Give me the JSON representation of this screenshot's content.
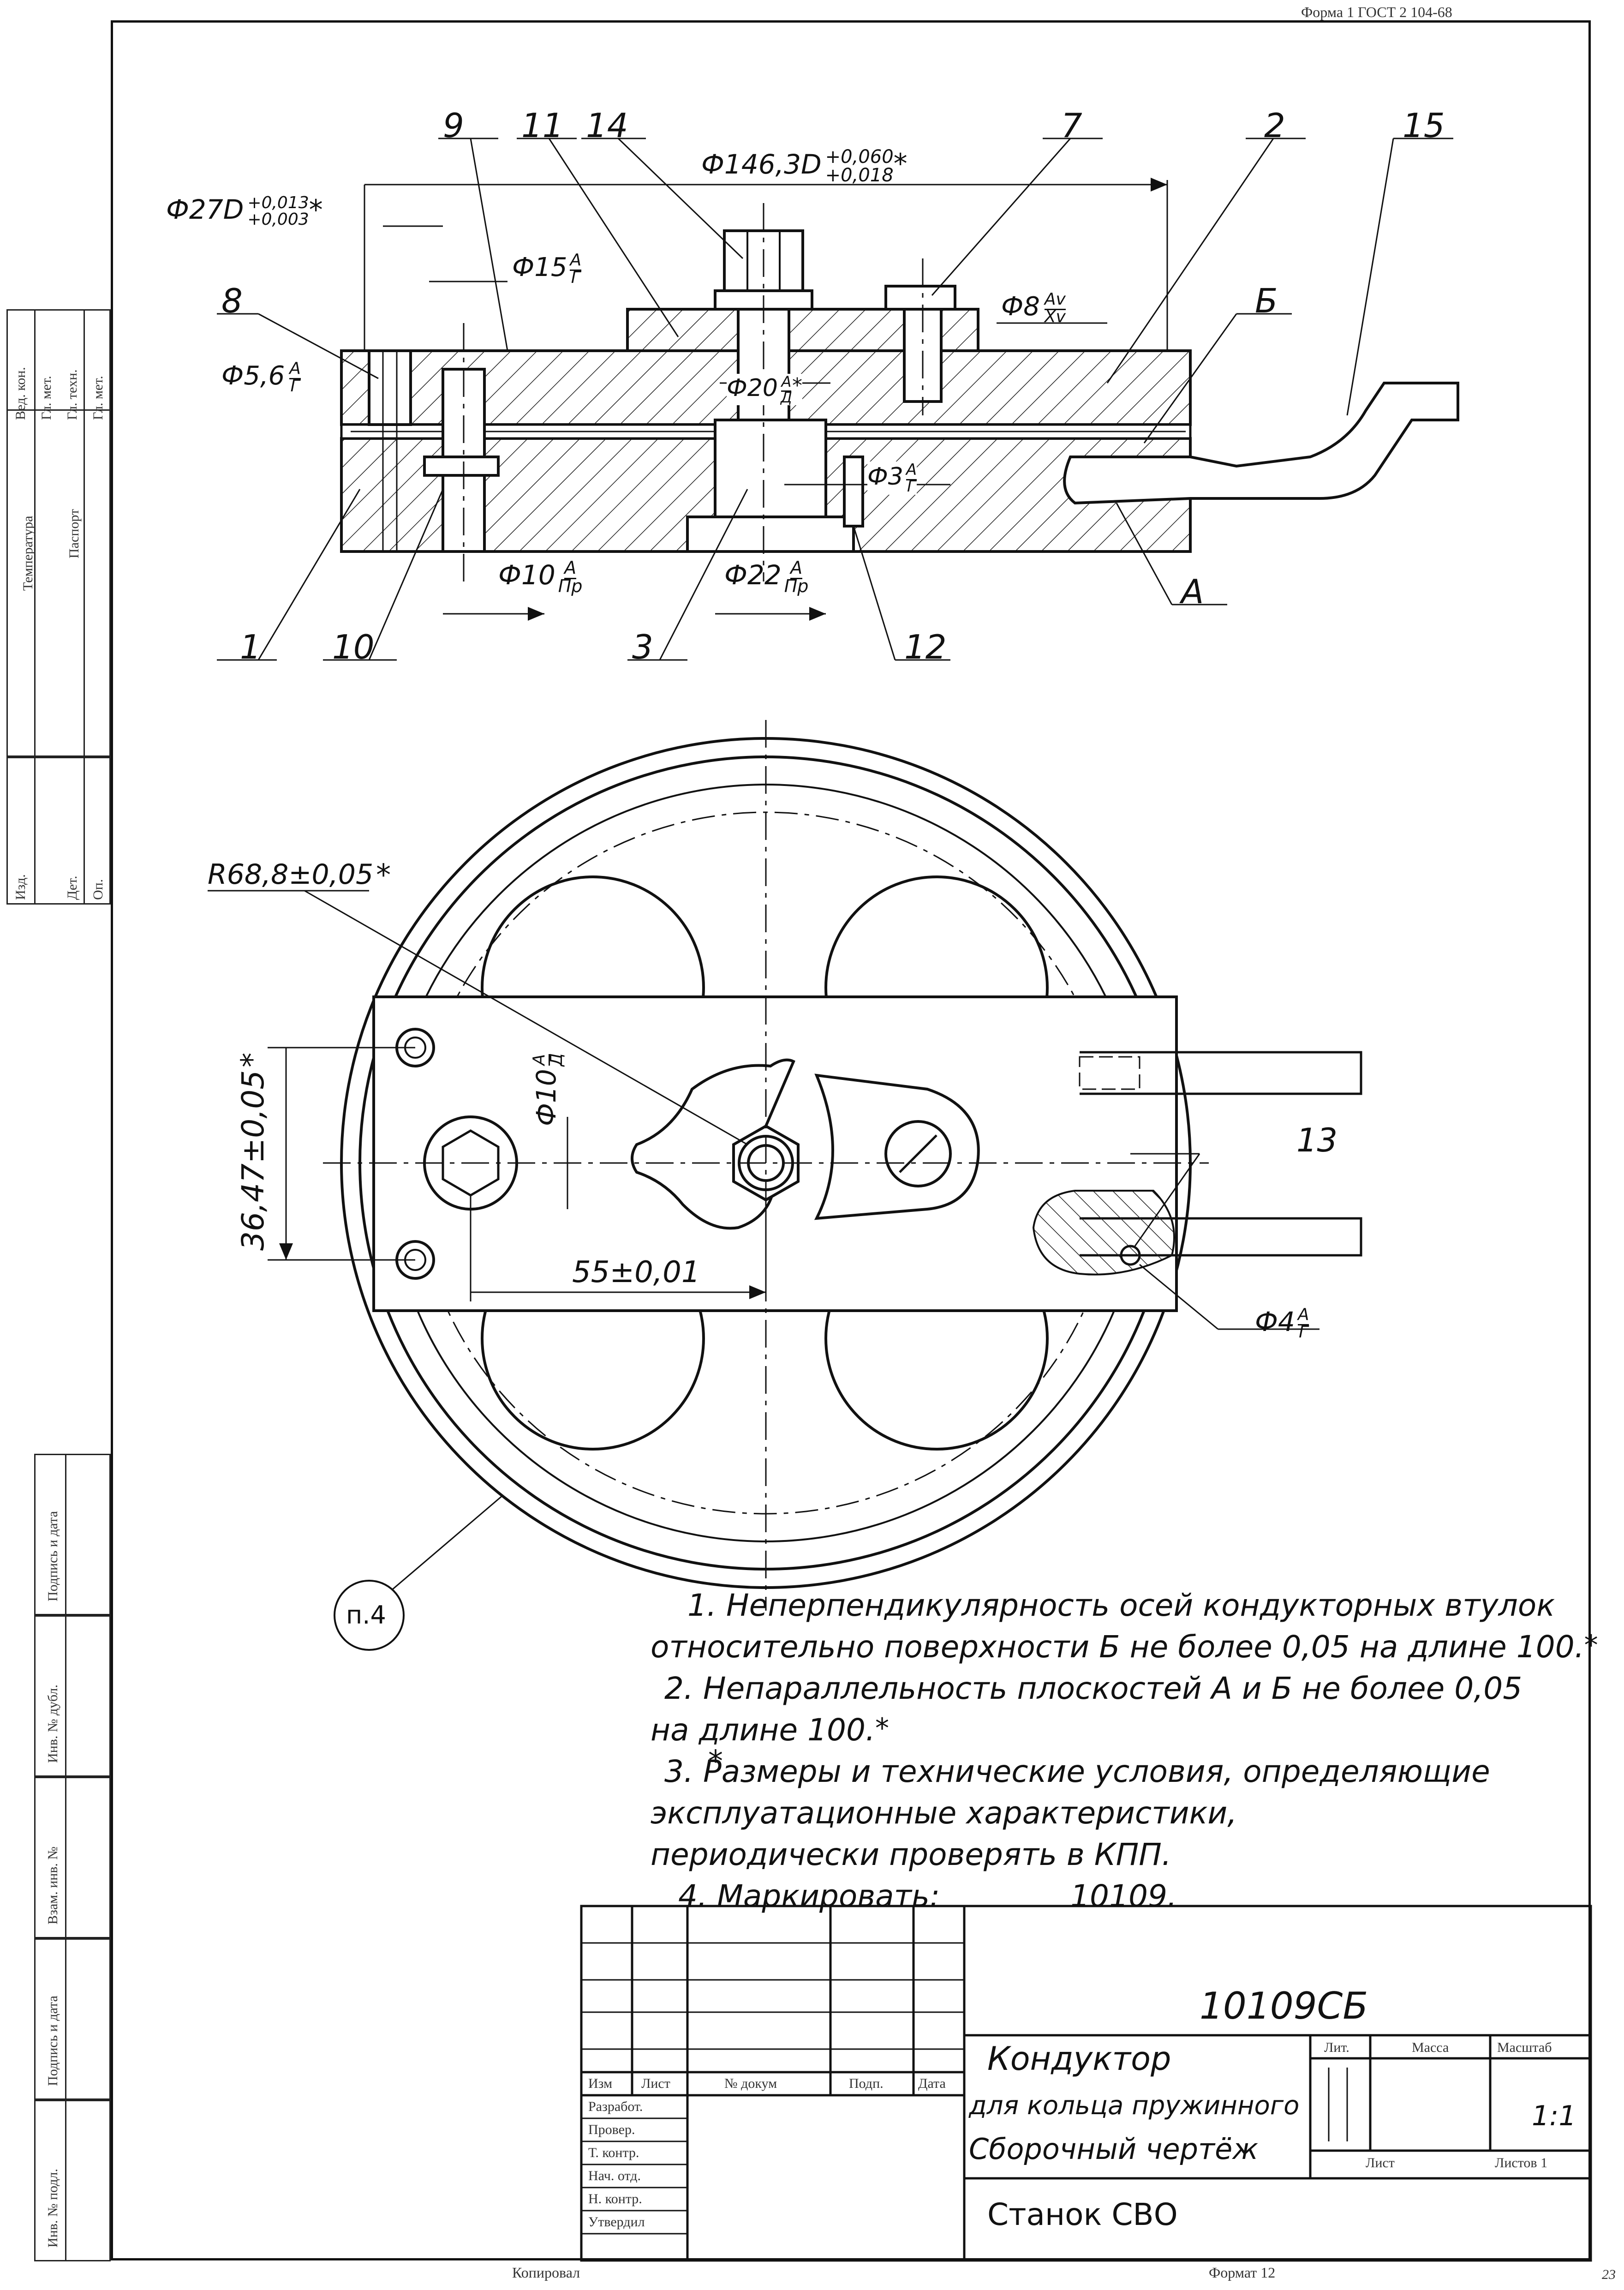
{
  "header": {
    "form": "Форма 1 ГОСТ 2 104-68"
  },
  "footer": {
    "copied": "Копировал",
    "format": "Формат 12",
    "page": "23"
  },
  "side_strip": {
    "top": [
      "Вед. кон.",
      "Гл. мет.",
      "Гл. техн.",
      "Гл. мет."
    ],
    "temperature": "Температура",
    "passport": "Паспорт",
    "mid": [
      "Изд.",
      "Дет.",
      "Оп."
    ],
    "bottom": [
      "Подпись и дата",
      "Инв. № дубл.",
      "Взам. инв. №",
      "Подпись и дата",
      "Инв. № подл."
    ]
  },
  "section_view": {
    "callouts": [
      "9",
      "11",
      "14",
      "7",
      "2",
      "15",
      "8",
      "Б",
      "1",
      "10",
      "3",
      "12",
      "А"
    ],
    "dims": {
      "d27": "Ф27D",
      "d27_tol_upper": "+0,013",
      "d27_tol_lower": "+0,003",
      "d146": "Ф146,3D",
      "d146_tol_upper": "+0,060",
      "d146_tol_lower": "+0,018",
      "star": "*",
      "d15": "Ф15",
      "d15_fit_top": "А",
      "d15_fit_bottom": "Г",
      "d8": "Ф8",
      "d8_fit_top": "Аv",
      "d8_fit_bottom": "Хv",
      "d56": "Ф5,6",
      "d56_fit_top": "А",
      "d56_fit_bottom": "Г",
      "d20": "Ф20",
      "d20_fit_top": "А",
      "d20_fit_bottom": "Д",
      "d3": "Ф3",
      "d3_fit_top": "А",
      "d3_fit_bottom": "Г",
      "d10": "Ф10",
      "d10_fit_top": "А",
      "d10_fit_bottom": "Пр",
      "d22": "Ф22",
      "d22_fit_top": "А",
      "d22_fit_bottom": "Пр"
    }
  },
  "plan_view": {
    "radius": "R68,8±0,05",
    "radius_star": "*",
    "vertical_dim": "36,47±0,05",
    "vertical_star": "*",
    "horizontal_dim": "55±0,01",
    "d10_label": "Ф10",
    "d10_fit_top": "А",
    "d10_fit_bottom": "Д",
    "callout_13": "13",
    "d4": "Ф4",
    "d4_fit_top": "А",
    "d4_fit_bottom": "Г",
    "note_ref": "п.4"
  },
  "notes": [
    "1. Неперпендикулярность осей кондукторных втулок",
    "относительно поверхности Б не более 0,05 на длине 100.",
    "2. Непараллельность плоскостей А и Б не более 0,05",
    "на длине 100.",
    "3. Размеры и технические условия, определяющие",
    "эксплуатационные характеристики,",
    "периодически проверять в КПП.",
    "4. Маркировать:",
    "10109."
  ],
  "notes_star": "*",
  "title_block": {
    "designation": "10109СБ",
    "name_line1": "Кондуктор",
    "name_line2": "для кольца пружинного",
    "name_line3": "Сборочный чертёж",
    "organization": "Станок СВО",
    "lit": "Лит.",
    "mass": "Масса",
    "scale_label": "Масштаб",
    "scale_value": "1:1",
    "sheet": "Лист",
    "sheets": "Листов 1",
    "columns": [
      "Изм",
      "Лист",
      "№ докум",
      "Подп.",
      "Дата"
    ],
    "roles": [
      "Разработ.",
      "Провер.",
      "Т. контр.",
      "Нач. отд.",
      "Н. контр.",
      "Утвердил"
    ]
  }
}
